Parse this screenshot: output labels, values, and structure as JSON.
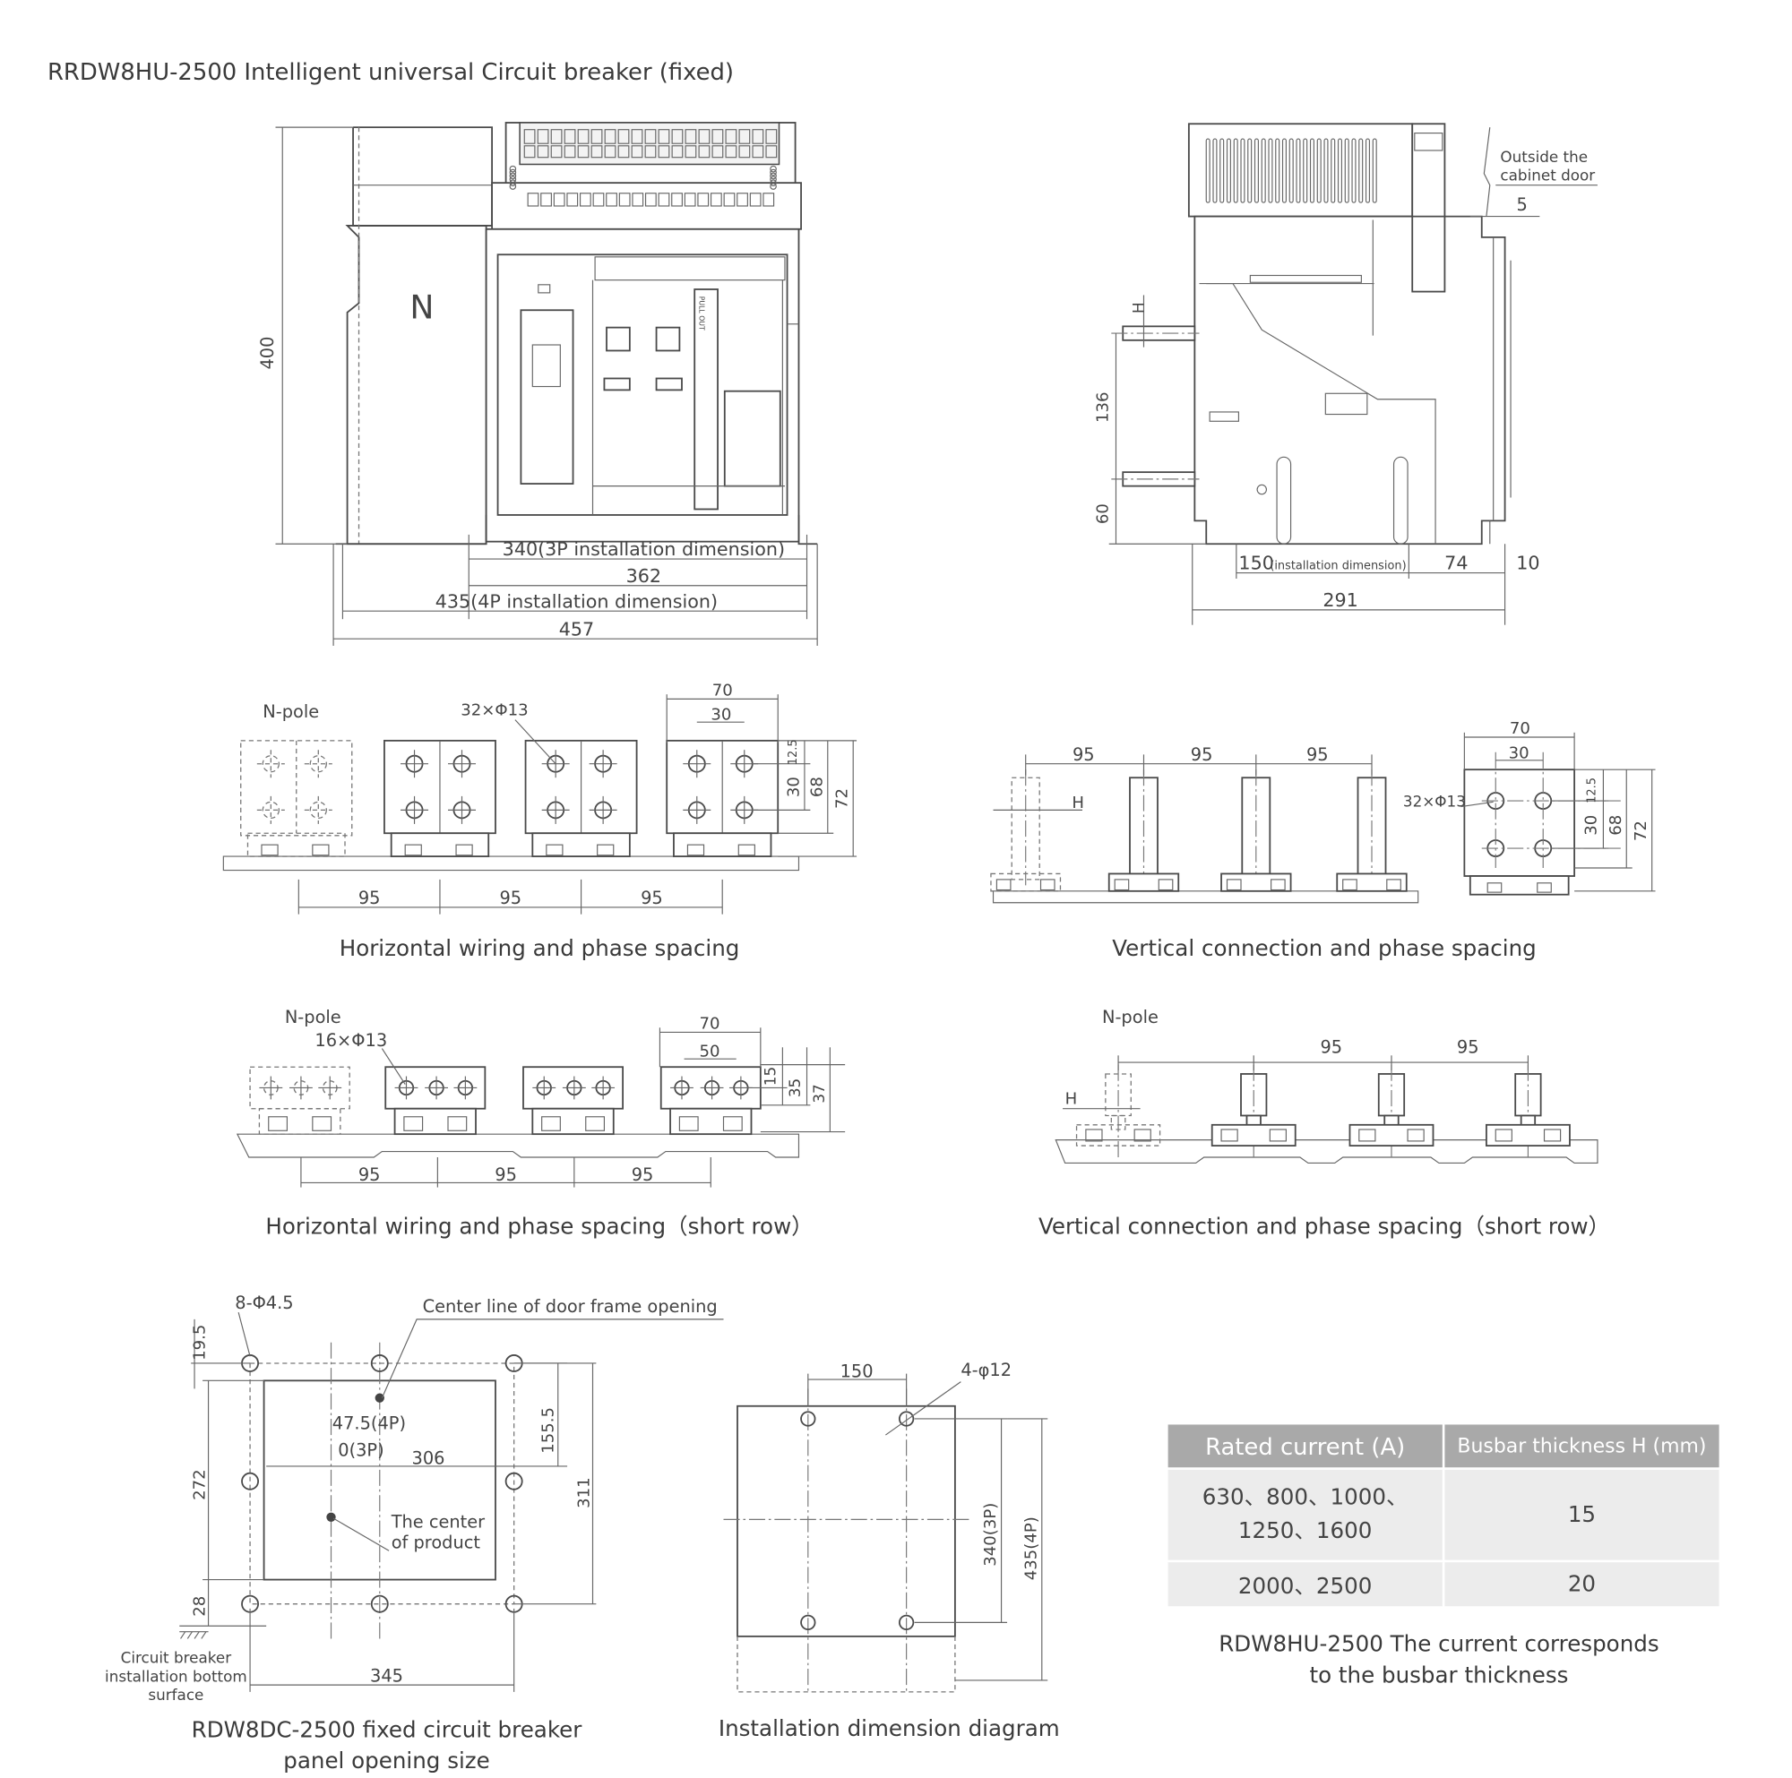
{
  "title": "RRDW8HU-2500 Intelligent universal Circuit breaker (fixed)",
  "front_view": {
    "n_mark": "N",
    "pull_out": "PULL OUT",
    "dim_height": "400",
    "dim_3p": "340(3P installation dimension)",
    "dim_362": "362",
    "dim_4p": "435(4P installation dimension)",
    "dim_457": "457"
  },
  "side_view": {
    "door_label_1": "Outside  the",
    "door_label_2": "cabinet door",
    "dim_5": "5",
    "dim_h": "H",
    "dim_136": "136",
    "dim_60": "60",
    "dim_150": "150",
    "dim_150_note": "(installation dimension)",
    "dim_74": "74",
    "dim_10": "10",
    "dim_291": "291"
  },
  "horizontal": {
    "n_pole": "N-pole",
    "holes": "32×Φ13",
    "d70": "70",
    "d30": "30",
    "d125": "12.5",
    "d30v": "30",
    "d68": "68",
    "d72": "72",
    "spacing": [
      "95",
      "95",
      "95"
    ],
    "caption": "Horizontal wiring and phase spacing"
  },
  "vertical": {
    "spacing": [
      "95",
      "95",
      "95"
    ],
    "dim_h": "H",
    "holes": "32×Φ13",
    "d70": "70",
    "d30": "30",
    "d125": "12.5",
    "d30v": "30",
    "d68": "68",
    "d72": "72",
    "caption": "Vertical connection and phase spacing"
  },
  "horizontal_short": {
    "n_pole": "N-pole",
    "holes": "16×Φ13",
    "d70": "70",
    "d50": "50",
    "d15": "15",
    "d35": "35",
    "d37": "37",
    "spacing": [
      "95",
      "95",
      "95"
    ],
    "caption": "Horizontal wiring and phase spacing（short row）"
  },
  "vertical_short": {
    "n_pole": "N-pole",
    "dim_h": "H",
    "spacing": [
      "95",
      "95"
    ],
    "caption": "Vertical connection and phase spacing（short row）"
  },
  "panel": {
    "holes": "8-Φ4.5",
    "center_line": "Center line of door frame opening",
    "d195": "19.5",
    "d475": "47.5(4P)",
    "d03p": "0(3P)",
    "d306": "306",
    "d1555": "155.5",
    "d272": "272",
    "d311": "311",
    "d28": "28",
    "d345": "345",
    "center_product_1": "The center",
    "center_product_2": "of product",
    "bottom_1": "Circuit breaker",
    "bottom_2": "installation bottom",
    "bottom_3": "surface",
    "caption_1": "RDW8DC-2500 fixed circuit breaker",
    "caption_2": "panel opening size"
  },
  "install": {
    "d150": "150",
    "holes": "4-φ12",
    "d3403p": "340(3P)",
    "d4354p": "435(4P)",
    "caption": "Installation dimension diagram"
  },
  "busbar_table": {
    "headers": [
      "Rated current (A)",
      "Busbar thickness H (mm)"
    ],
    "rows": [
      {
        "current_1": "630、800、1000、",
        "current_2": "1250、1600",
        "thickness": "15"
      },
      {
        "current_1": "2000、2500",
        "current_2": "",
        "thickness": "20"
      }
    ],
    "note_1": "RDW8HU-2500 The current corresponds",
    "note_2": "to the busbar thickness"
  }
}
